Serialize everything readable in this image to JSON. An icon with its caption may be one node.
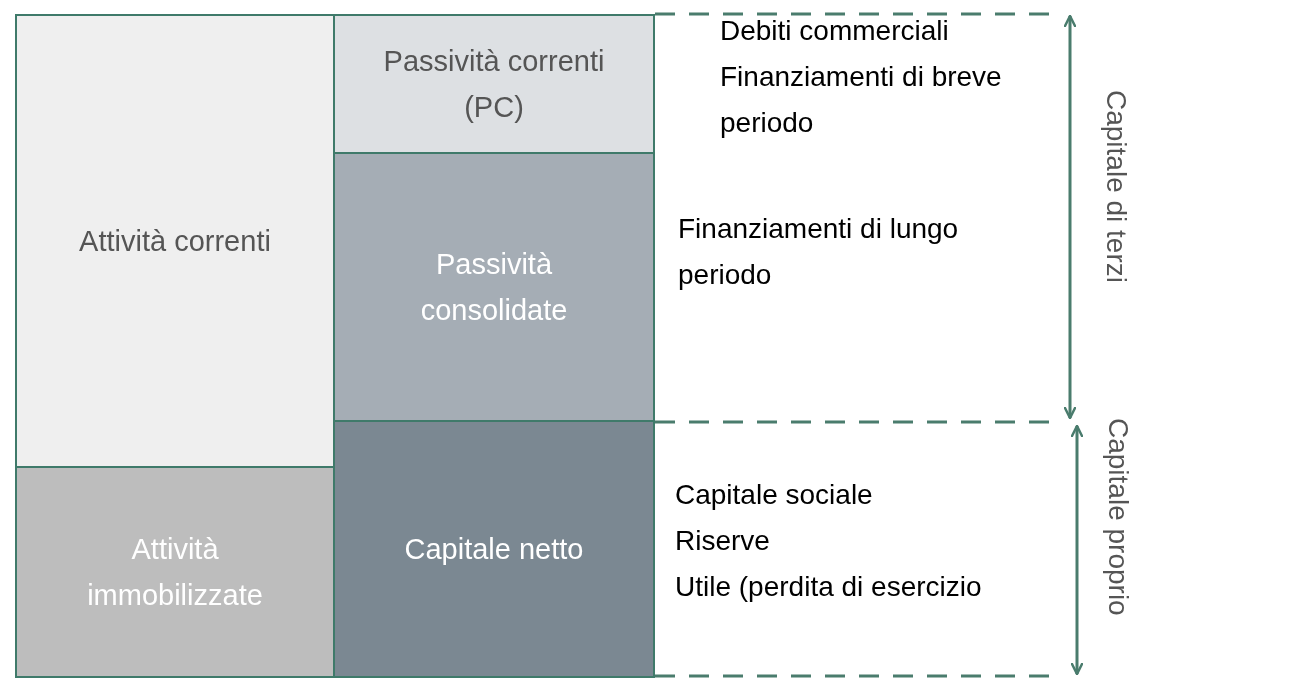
{
  "diagram": {
    "nodes": [
      {
        "text": [
          "Attività correnti"
        ]
      },
      {
        "text": [
          "Attività immobilizzate"
        ]
      },
      {
        "text": [
          "Passività correnti (PC)"
        ]
      },
      {
        "text": [
          "Passività consolidate"
        ]
      },
      {
        "text": [
          "Capitale netto"
        ]
      }
    ],
    "labels": [
      "Debiti commerciali",
      "Finanziamenti di breve periodo",
      "Finanziamenti di lungo periodo",
      "Capitale sociale",
      "Riserve",
      "Utile (perdita di esercizio",
      "Capitale di terzi",
      "Capitale proprio"
    ]
  }
}
